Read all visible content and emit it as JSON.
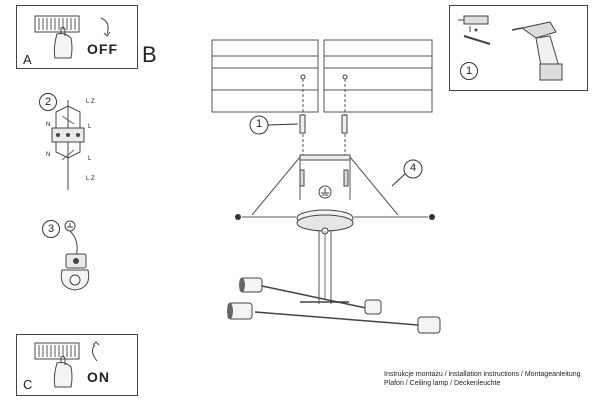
{
  "panel_a": {
    "letter": "A",
    "label": "OFF"
  },
  "panel_c": {
    "letter": "C",
    "label": "ON"
  },
  "section_b": {
    "letter": "B"
  },
  "tools_box": {
    "step": "1"
  },
  "left_steps": {
    "step2": "2",
    "step3": "3",
    "terminal_labels": [
      "L",
      "Z",
      "N",
      "L",
      "N",
      "L",
      "L",
      "Z"
    ]
  },
  "callouts": {
    "screw": "1",
    "canopy": "4"
  },
  "footer": {
    "line1": "Instrukcje montażu / installation instructions / Montageanleitung",
    "line2": "Plafon / Ceiling lamp / Deckenleuchte"
  }
}
